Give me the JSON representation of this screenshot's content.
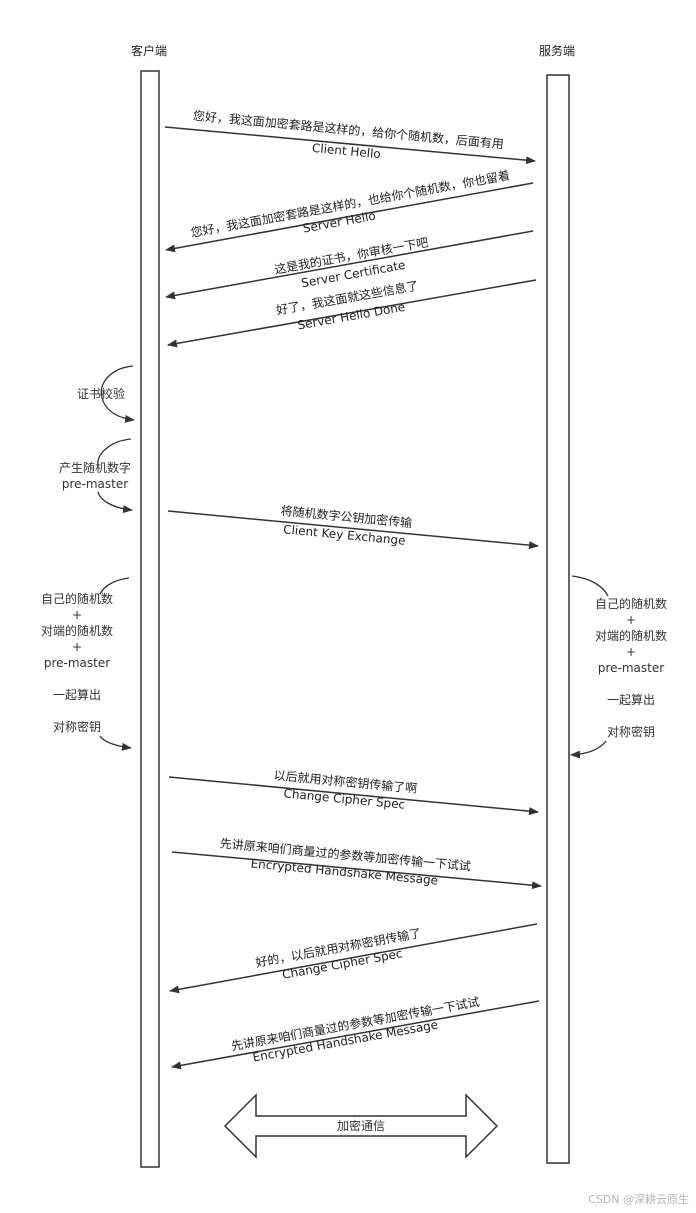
{
  "actors": {
    "client": "客户端",
    "server": "服务端"
  },
  "messages": [
    {
      "line1": "您好，我这面加密套路是这样的，给你个随机数，后面有用",
      "line2": "Client Hello"
    },
    {
      "line1": "您好，我这面加密套路是这样的，也给你个随机数，你也留着",
      "line2": "Server Hello"
    },
    {
      "line1": "这是我的证书，你审核一下吧",
      "line2": "Server Certificate"
    },
    {
      "line1": "好了，我这面就这些信息了",
      "line2": "Server Hello Done"
    },
    {
      "line1": "将随机数字公钥加密传输",
      "line2": "Client Key Exchange"
    },
    {
      "line1": "以后就用对称密钥传输了啊",
      "line2": "Change Cipher Spec"
    },
    {
      "line1": "先讲原来咱们商量过的参数等加密传输一下试试",
      "line2": "Encrypted Handshake Message"
    },
    {
      "line1": "好的，以后就用对称密钥传输了",
      "line2": "Change Cipher Spec"
    },
    {
      "line1": "先讲原来咱们商量过的参数等加密传输一下试试",
      "line2": "Encrypted Handshake Message"
    }
  ],
  "self_notes": {
    "cert_check": "证书校验",
    "gen_random_1": "产生随机数字",
    "gen_random_2": "pre-master",
    "client_calc": [
      "自己的随机数",
      "+",
      "对端的随机数",
      "+",
      "pre-master",
      "一起算出",
      "对称密钥"
    ],
    "server_calc": [
      "自己的随机数",
      "+",
      "对端的随机数",
      "+",
      "pre-master",
      "一起算出",
      "对称密钥"
    ]
  },
  "channel": "加密通信",
  "watermark": "CSDN @深耕云原生"
}
